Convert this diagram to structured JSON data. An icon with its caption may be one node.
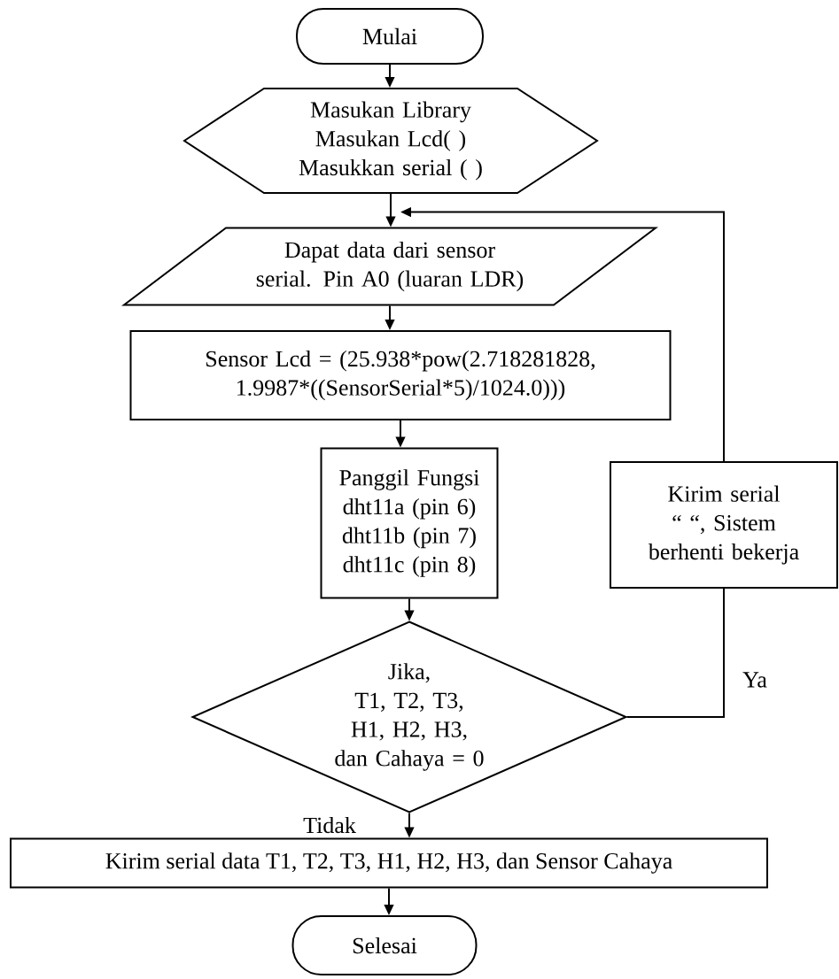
{
  "diagram": {
    "nodes": [
      {
        "text": [
          "Mulai"
        ]
      },
      {
        "text": [
          "Masukan Library Masukan Lcd( ) Masukkan serial ( )"
        ]
      },
      {
        "text": [
          "Dapat data dari sensor serial. Pin A0 (luaran LDR)"
        ]
      },
      {
        "text": [
          "Sensor Lcd = (25.938*pow(2.718281828, 1.9987*((SensorSerial*5)/1024.0)))"
        ]
      },
      {
        "text": [
          "Panggil Fungsi dht11a (pin 6) dht11b (pin 7) dht11c (pin 8)"
        ]
      },
      {
        "text": [
          "Jika,",
          "T1, T2, T3, H1, H2, H3, dan Cahaya = 0"
        ]
      },
      {
        "text": [
          "Kirim serial “ “, Sistem berhenti bekerja"
        ]
      },
      {
        "text": [
          "Kirim serial data T1, T2, T3, H1, H2, H3, dan Sensor Cahaya"
        ]
      },
      {
        "text": [
          "Selesai"
        ]
      }
    ],
    "edges": [
      {
        "from": 0,
        "to": 1,
        "arrow": "to"
      },
      {
        "from": 1,
        "to": 2,
        "arrow": "to"
      },
      {
        "from": 2,
        "to": 3,
        "arrow": "to"
      },
      {
        "from": 3,
        "to": 4,
        "arrow": "to"
      },
      {
        "from": 4,
        "to": 5,
        "arrow": "to"
      },
      {
        "from": 5,
        "to": 7,
        "arrow": "to",
        "label": "Tidak"
      },
      {
        "from": 7,
        "to": 8,
        "arrow": "to"
      },
      {
        "from": 5,
        "to": 6,
        "arrow": "none",
        "label": "Ya"
      },
      {
        "from": 6,
        "to": 2,
        "arrow": "to"
      }
    ]
  }
}
